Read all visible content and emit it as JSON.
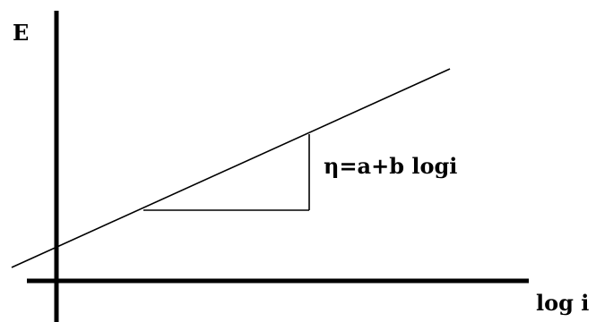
{
  "diagram": {
    "y_axis_label": "E",
    "x_axis_label": "log i",
    "equation": "η=a+b logi",
    "colors": {
      "background": "#ffffff",
      "stroke": "#000000"
    }
  }
}
